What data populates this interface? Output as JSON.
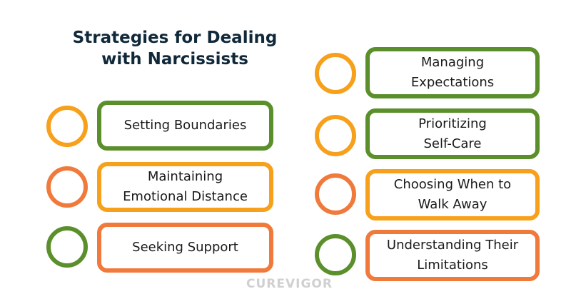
{
  "title_line1": "Strategies for Dealing",
  "title_line2": "with Narcissists",
  "left": [
    {
      "label": "Setting Boundaries",
      "circle_color": "#f7a01b",
      "box_color": "#5b8f2b"
    },
    {
      "label": "Maintaining Emotional Distance",
      "circle_color": "#f07a3c",
      "box_color": "#f7a01b"
    },
    {
      "label": "Seeking Support",
      "circle_color": "#5b8f2b",
      "box_color": "#f07a3c"
    }
  ],
  "right": [
    {
      "label": "Managing Expectations",
      "circle_color": "#f7a01b",
      "box_color": "#5b8f2b"
    },
    {
      "label": "Prioritizing Self-Care",
      "circle_color": "#f7a01b",
      "box_color": "#5b8f2b"
    },
    {
      "label": "Choosing When to Walk Away",
      "circle_color": "#f07a3c",
      "box_color": "#f7a01b"
    },
    {
      "label": "Understanding Their Limitations",
      "circle_color": "#5b8f2b",
      "box_color": "#f07a3c"
    }
  ],
  "watermark": "CUREVIGOR"
}
